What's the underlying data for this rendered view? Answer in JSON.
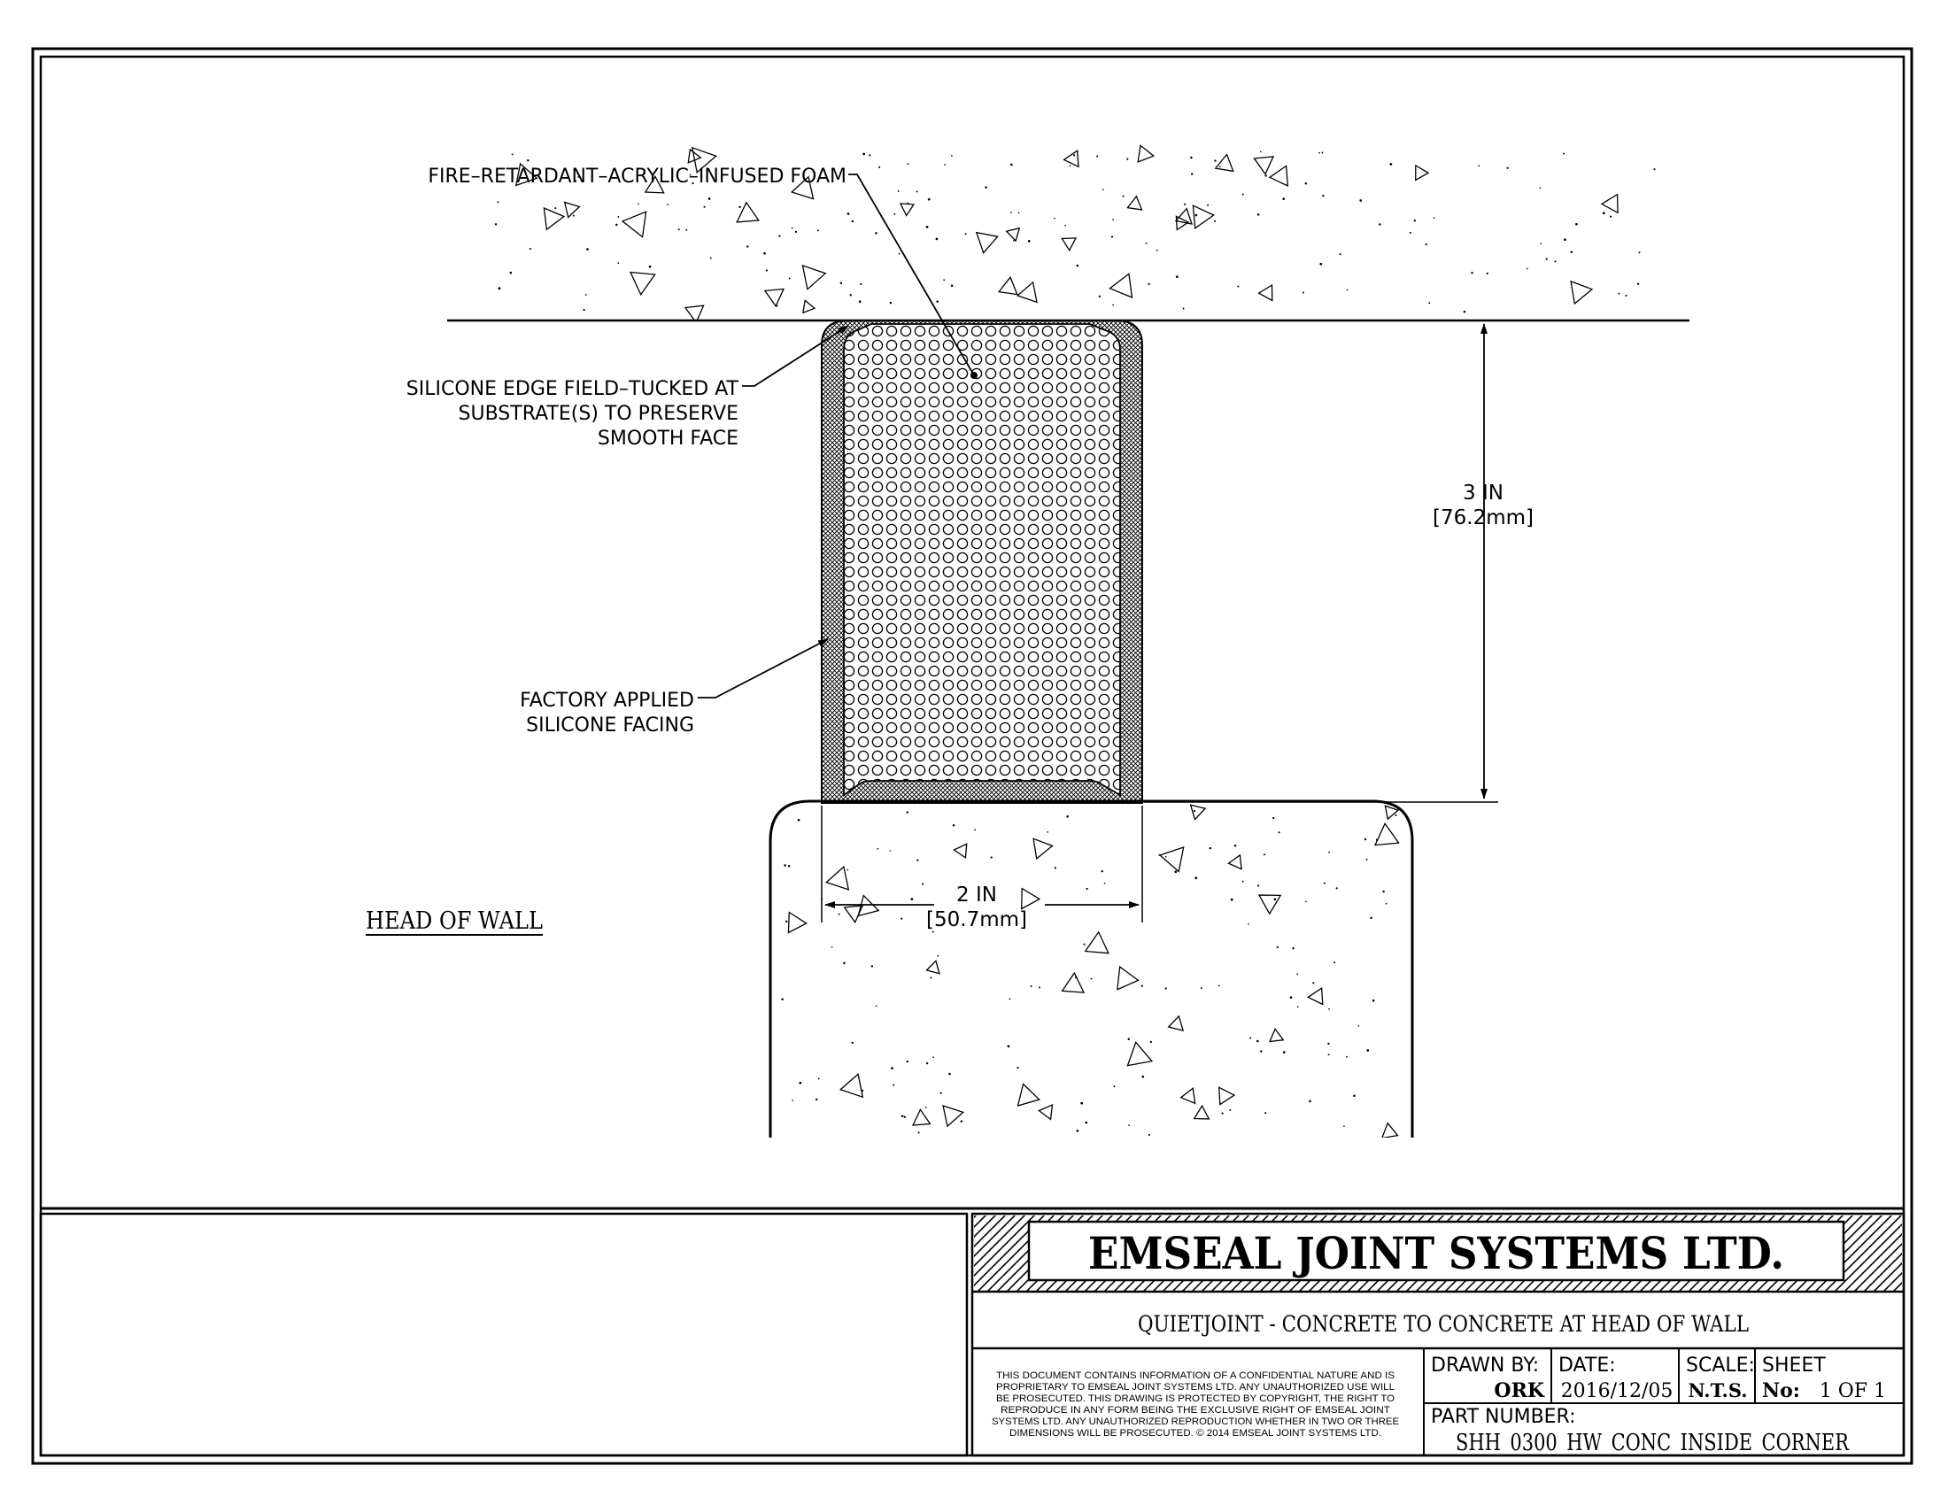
{
  "labels": {
    "foam": "FIRE–RETARDANT–ACRYLIC–INFUSED FOAM",
    "edge_line1": "SILICONE EDGE FIELD–TUCKED AT",
    "edge_line2": "SUBSTRATE(S) TO PRESERVE",
    "edge_line3": "SMOOTH FACE",
    "facing_line1": "FACTORY APPLIED",
    "facing_line2": "SILICONE FACING",
    "view_title": "HEAD OF WALL"
  },
  "dimensions": {
    "height_in": "3 IN",
    "height_mm": "[76.2mm]",
    "width_in": "2 IN",
    "width_mm": "[50.7mm]"
  },
  "title_block": {
    "company": "EMSEAL JOINT SYSTEMS LTD.",
    "drawing_title": "QUIETJOINT - CONCRETE TO CONCRETE AT HEAD OF WALL",
    "notice": [
      "THIS DOCUMENT CONTAINS INFORMATION OF A CONFIDENTIAL NATURE AND IS",
      "PROPRIETARY TO EMSEAL JOINT SYSTEMS LTD. ANY UNAUTHORIZED USE WILL",
      "BE PROSECUTED. THIS DRAWING IS PROTECTED BY COPYRIGHT, THE RIGHT TO",
      "REPRODUCE IN ANY FORM BEING THE EXCLUSIVE RIGHT OF EMSEAL JOINT",
      "SYSTEMS LTD. ANY UNAUTHORIZED REPRODUCTION WHETHER IN TWO OR THREE",
      "DIMENSIONS WILL BE PROSECUTED. © 2014 EMSEAL JOINT SYSTEMS LTD."
    ],
    "drawn_by_label": "DRAWN BY:",
    "drawn_by": "ORK",
    "date_label": "DATE:",
    "date": "2016/12/05",
    "scale_label": "SCALE:",
    "scale": "N.T.S.",
    "sheet_label": "SHEET",
    "sheet_no_label": "No:",
    "sheet_no": "1 OF 1",
    "part_number_label": "PART NUMBER:",
    "part_number": "SHH_0300_HW_CONC_INSIDE_CORNER"
  }
}
